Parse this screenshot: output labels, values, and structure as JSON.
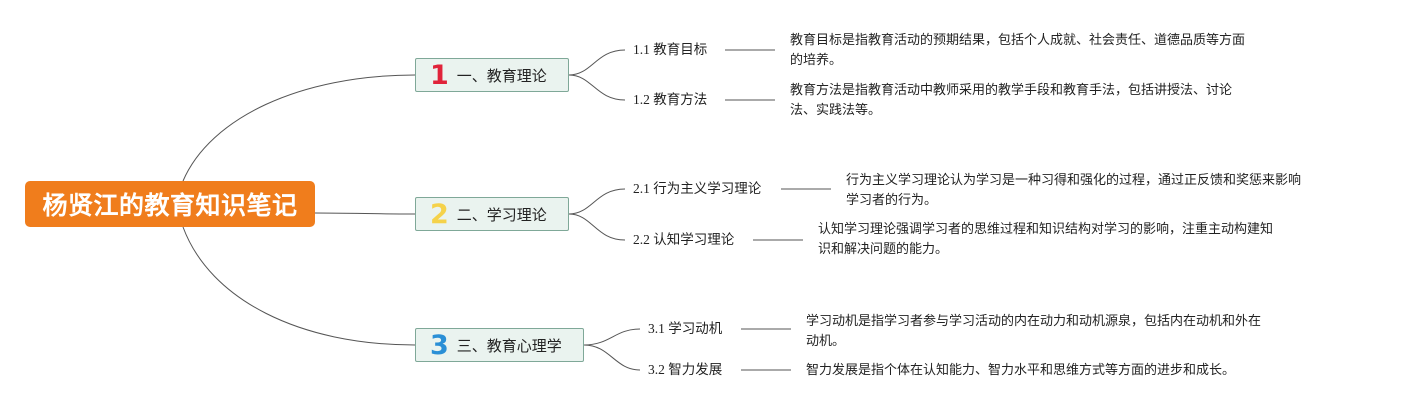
{
  "root": {
    "label": "杨贤江的教育知识笔记"
  },
  "branches": [
    {
      "number": "1",
      "number_color": "#e0233a",
      "label": "一、教育理论",
      "children": [
        {
          "label": "1.1 教育目标",
          "desc_lines": [
            "教育目标是指教育活动的预期结果，包括个人成就、社会责任、道德品质等方面",
            "的培养。"
          ]
        },
        {
          "label": "1.2 教育方法",
          "desc_lines": [
            "教育方法是指教育活动中教师采用的教学手段和教育手法，包括讲授法、讨论",
            "法、实践法等。"
          ]
        }
      ]
    },
    {
      "number": "2",
      "number_color": "#f5d24a",
      "label": "二、学习理论",
      "children": [
        {
          "label": "2.1 行为主义学习理论",
          "desc_lines": [
            "行为主义学习理论认为学习是一种习得和强化的过程，通过正反馈和奖惩来影响",
            "学习者的行为。"
          ]
        },
        {
          "label": "2.2 认知学习理论",
          "desc_lines": [
            "认知学习理论强调学习者的思维过程和知识结构对学习的影响，注重主动构建知",
            "识和解决问题的能力。"
          ]
        }
      ]
    },
    {
      "number": "3",
      "number_color": "#2a8fd6",
      "label": "三、教育心理学",
      "children": [
        {
          "label": "3.1 学习动机",
          "desc_lines": [
            "学习动机是指学习者参与学习活动的内在动力和动机源泉，包括内在动机和外在",
            "动机。"
          ]
        },
        {
          "label": "3.2 智力发展",
          "desc_lines": [
            "智力发展是指个体在认知能力、智力水平和思维方式等方面的进步和成长。"
          ]
        }
      ]
    }
  ],
  "colors": {
    "root_bg": "#f07d1c",
    "branch_bg": "#eaf3ef",
    "branch_border": "#7fa898",
    "line": "#555555"
  }
}
